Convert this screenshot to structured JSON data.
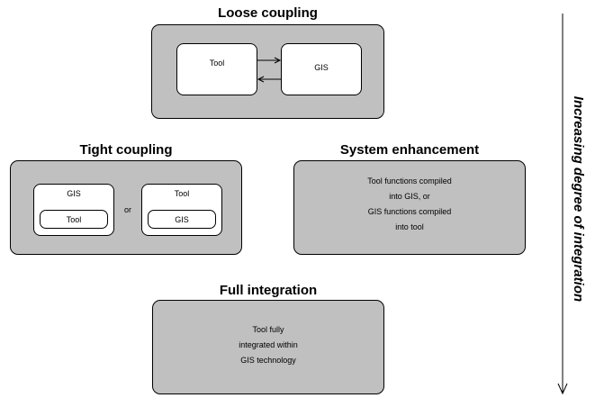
{
  "loose": {
    "title": "Loose coupling",
    "tool": "Tool",
    "gis": "GIS"
  },
  "tight": {
    "title": "Tight coupling",
    "left_outer": "GIS",
    "left_inner": "Tool",
    "or": "or",
    "right_outer": "Tool",
    "right_inner": "GIS"
  },
  "enhancement": {
    "title": "System enhancement",
    "lines": [
      "Tool functions compiled",
      "into GIS, or",
      "GIS functions compiled",
      "into tool"
    ]
  },
  "full": {
    "title": "Full integration",
    "lines": [
      "Tool fully",
      "integrated within",
      "GIS technology"
    ]
  },
  "axis": {
    "label": "Increasing degree of integration"
  }
}
